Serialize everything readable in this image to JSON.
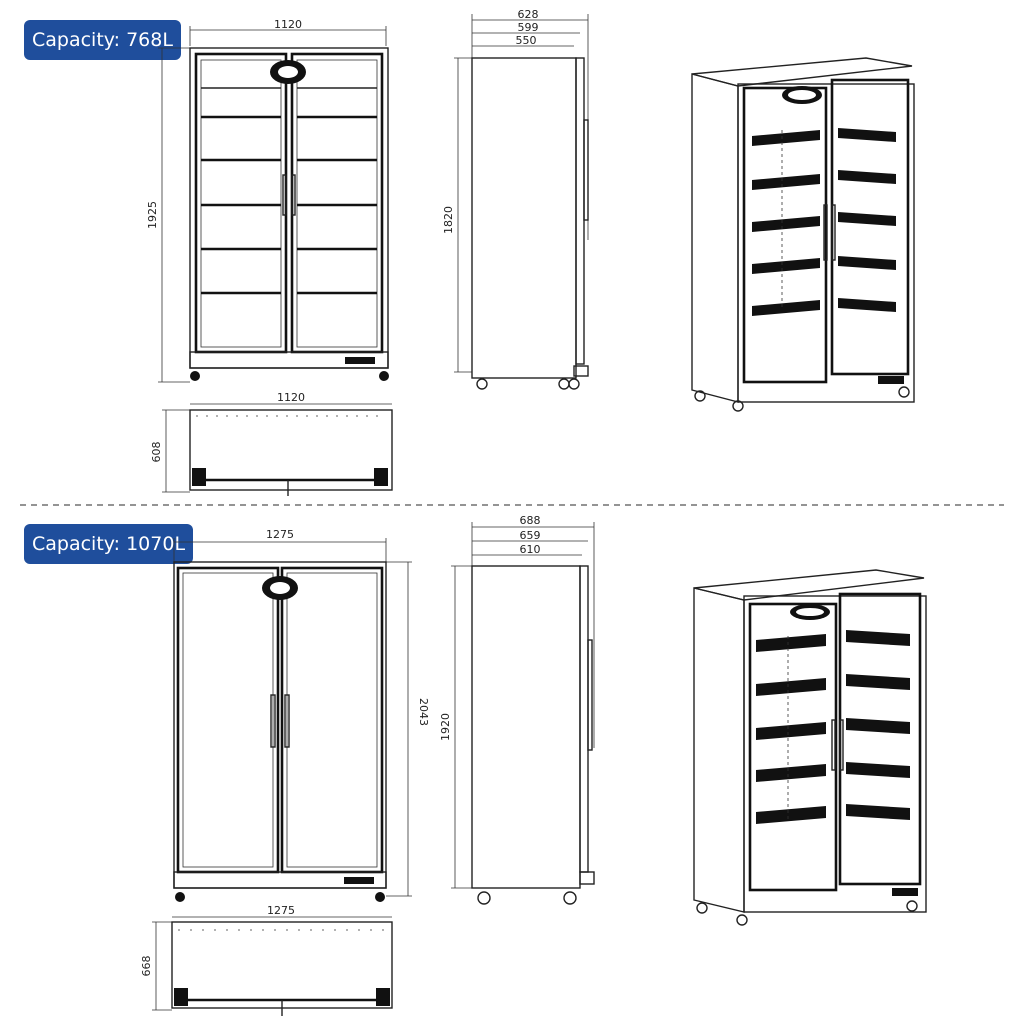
{
  "top_unit": {
    "capacity_label": "Capacity: 768L",
    "front_width": "1120",
    "front_height": "1925",
    "side_depths": [
      "628",
      "599",
      "550"
    ],
    "side_height": "1820",
    "plan_width": "1120",
    "plan_depth": "608"
  },
  "bottom_unit": {
    "capacity_label": "Capacity: 1070L",
    "front_width": "1275",
    "front_height": "2043",
    "side_depths": [
      "688",
      "659",
      "610"
    ],
    "side_height": "1920",
    "plan_width": "1275",
    "plan_depth": "668"
  },
  "colors": {
    "badge": "#1f4e9c",
    "line": "#222222"
  },
  "icons": {
    "fan": "circular-fan-icon",
    "caster": "caster-wheel-icon"
  }
}
